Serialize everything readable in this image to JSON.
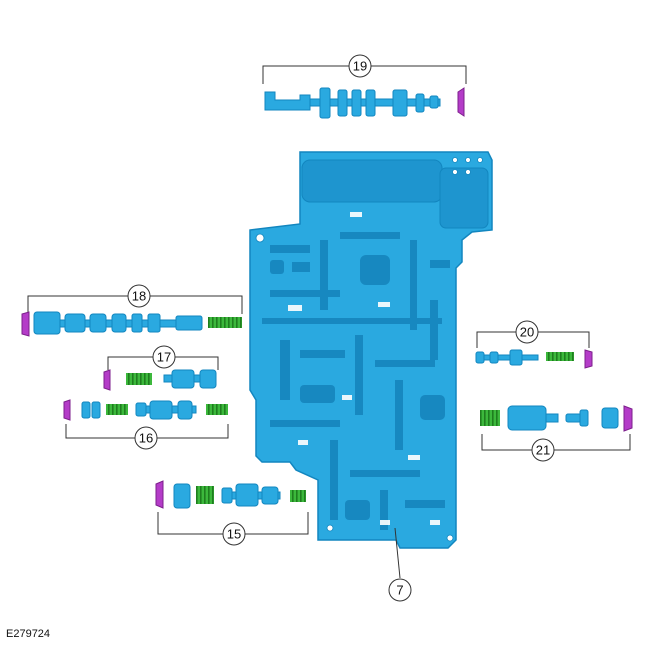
{
  "figure_id": "E279724",
  "colors": {
    "body": "#2aa9e0",
    "body_dark": "#1286bf",
    "spring": "#3cb83c",
    "spring_dark": "#1e7e1e",
    "clip": "#b43cc8",
    "line": "#333333"
  },
  "callouts": {
    "c7": "7",
    "c15": "15",
    "c16": "16",
    "c17": "17",
    "c18": "18",
    "c19": "19",
    "c20": "20",
    "c21": "21"
  }
}
